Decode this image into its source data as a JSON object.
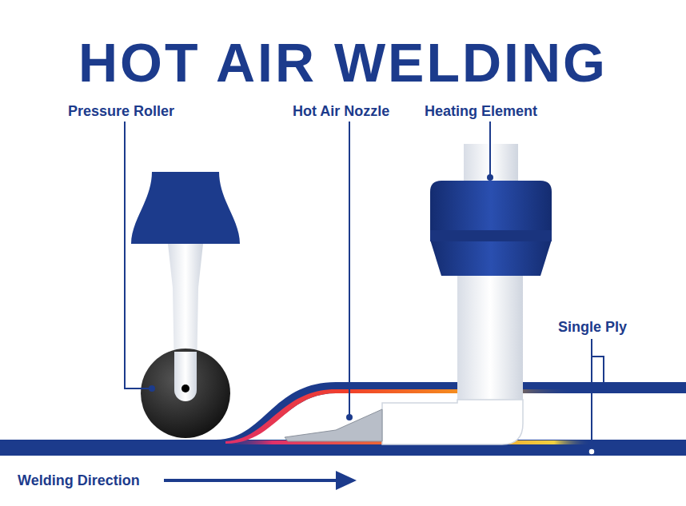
{
  "diagram": {
    "title": "HOT AIR WELDING",
    "labels": [
      "Pressure Roller",
      "Hot Air Nozzle",
      "Heating Element",
      "Single Ply",
      "Welding Direction"
    ]
  }
}
